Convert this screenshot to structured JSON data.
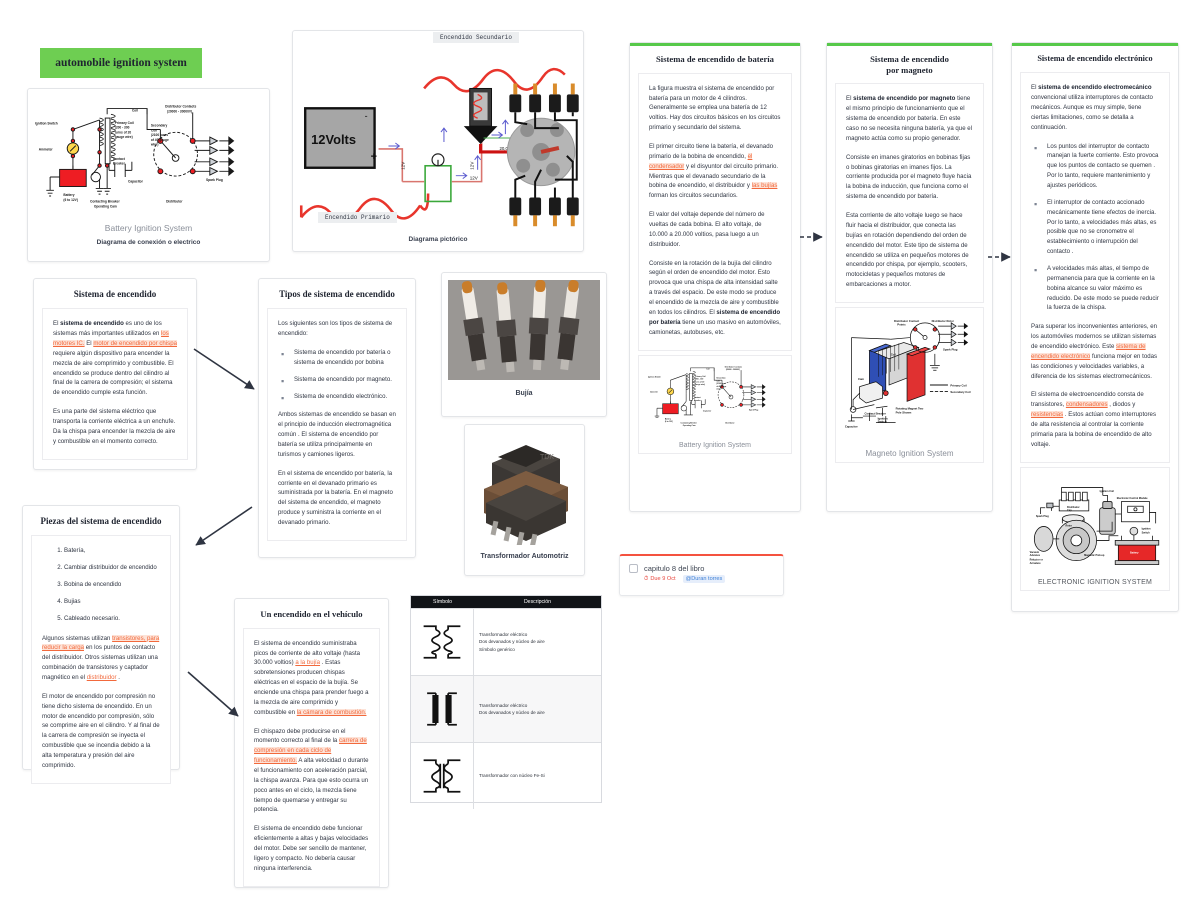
{
  "board": {
    "title_chip": "automobile ignition system",
    "accent_green": "#6ece52",
    "link_orange": "#f2693c"
  },
  "diagrams": {
    "battery_electric": {
      "caption_main": "Battery Ignition System",
      "caption_sub": "Diagrama de conexión o electrico",
      "labels": {
        "ignition_switch": "Ignition Switch",
        "primary_coil": "Primary Coil (200 - 300 turns of 20 gauge wire)",
        "coil": "Coil",
        "secondary_coil": "Secondary Coil (2100 turns of 40 gauge wire)",
        "distributor_contacts": "Distributor Contacts (20000 - 30000V)",
        "ammeter": "Ammeter",
        "battery": "Battery (6 to 12V)",
        "contact_breaker": "Contact Breaker",
        "capacitor": "Capacitor",
        "operating_cam": "Contacting Breaker Operating Cam",
        "distributor": "Distributor",
        "spark_plug": "Spark Plug"
      }
    },
    "pictorial": {
      "caption": "Diagrama pictórico",
      "label_secondary": "Encendido Secundario",
      "label_primary": "Encendido Primario",
      "battery_text": "12Volts",
      "v_primary": "12V",
      "v_coil": "12V",
      "v_secondary": "20,000V!"
    },
    "magneto": {
      "caption": "Magneto Ignition System",
      "labels": {
        "distributor_contact_points": "Distributor Contact Points",
        "distributor_rotor": "Distributor Rotor",
        "coil": "Coil",
        "cam": "Cam",
        "contact_breaker": "Contact Breaker",
        "capacitor": "Capacitor",
        "ignition_switch": "Ignition Switch",
        "rotating_magnet": "Rotating Magnet Two Pole Shown",
        "spark_plug": "Spark Plug",
        "legend_primary": "Primary Coil",
        "legend_secondary": "Secondary Coil"
      }
    },
    "electronic": {
      "caption": "ELECTRONIC IGNITION SYSTEM",
      "labels": {
        "ignition_coil": "Ignition Coil",
        "ecm": "Electronic Control Module",
        "distributor_cap": "Distributor Cap",
        "spark_plug": "Spark Plug",
        "rotor": "Rotor",
        "vacuum_advance": "Vacuum Advance",
        "reluctor": "Reluctor or Armature",
        "magnetic_pickup": "Magnetic Pick-up",
        "ignition_switch": "Ignition Switch",
        "battery": "Battery"
      }
    }
  },
  "photos": {
    "spark_plugs_caption": "Bujía",
    "transformer_caption": "Transformador Automotriz"
  },
  "cards": {
    "sistema_encendido": {
      "title": "Sistema de encendido",
      "p1_pre": "El ",
      "p1_b": "sistema de encendido",
      "p1_mid": " es uno de los sistemas más importantes utilizados en ",
      "p1_l1": "los motores IC.",
      "p1_mid2": " El ",
      "p1_l2": "motor de encendido por chispa",
      "p1_post": " requiere algún dispositivo para encender la mezcla de aire comprimido y combustible. El encendido se produce dentro del cilindro al final de la carrera de compresión; el sistema de encendido cumple esta función.",
      "p2": "Es una parte del sistema eléctrico que transporta la corriente eléctrica a un enchufe. Da la chispa para encender la mezcla de aire y combustible en el momento correcto."
    },
    "tipos": {
      "title": "Tipos de sistema de encendido",
      "intro": "Los siguientes son los tipos de sistema de encendido:",
      "items": [
        "Sistema de encendido por batería o sistema de encendido por bobina",
        "Sistema de encendido por magneto.",
        "Sistema de encendido electrónico."
      ],
      "p2": "Ambos sistemas de encendido se basan en el principio de inducción electromagnética común . El sistema de encendido por batería se utiliza principalmente en turismos y camiones ligeros.",
      "p3": "En el sistema de encendido por batería, la corriente en el devanado primario es suministrada por la batería. En el magneto del sistema de encendido, el magneto produce y suministra la corriente en el devanado primario."
    },
    "piezas": {
      "title": "Piezas del sistema de encendido",
      "items": [
        "Batería,",
        "Cambiar distribuidor de encendido",
        "Bobina de encendido",
        "Bujias",
        "Cableado necesario."
      ],
      "p2_pre": "Algunos sistemas utilizan ",
      "p2_l1": "transistores, para reducir la carga",
      "p2_mid": " en los puntos de contacto del distribuidor. Otros sistemas utilizan una combinación de transistores y captador magnético en el ",
      "p2_l2": "distribuidor",
      "p2_post": " .",
      "p3": "El motor de encendido por compresión no tiene dicho sistema de encendido. En un motor de encendido por compresión, sólo se comprime aire en el cilindro. Y al final de la carrera de compresión se inyecta el combustible que se incendia debido a la alta temperatura y presión del aire comprimido."
    },
    "vehiculo": {
      "title": "Un encendido en el vehículo",
      "p1_pre": "El sistema de encendido suministraba picos de corriente de alto voltaje (hasta 30.000 voltios) ",
      "p1_l1": "a la bujía",
      "p1_mid": " . Estas sobretensiones producen chispas eléctricas en el espacio de la bujía. Se enciende una chispa para prender fuego a la mezcla de aire comprimido y combustible en ",
      "p1_l2": "la cámara de combustión.",
      "p2_pre": "El chispazo debe producirse en el momento correcto al final de la ",
      "p2_l1": "carrera de compresión en cada ciclo de funcionamiento.",
      "p2_post": " A alta velocidad o durante el funcionamiento con aceleración parcial, la chispa avanza. Para que esto ocurra un poco antes en el ciclo, la mezcla tiene tiempo de quemarse y entregar su potencia.",
      "p3": "El sistema de encendido debe funcionar eficientemente a altas y bajas velocidades del motor. Debe ser sencillo de mantener, ligero y compacto. No debería causar ninguna interferencia."
    },
    "bateria": {
      "title": "Sistema de encendido de batería",
      "p1": "La figura muestra el sistema de encendido por batería para un motor de 4 cilindros. Generalmente se emplea una batería de 12 voltios. Hay dos circuitos básicos en los circuitos primario y secundario del sistema.",
      "p2_pre": "El primer circuito tiene la batería, el devanado primario de la bobina de encendido, ",
      "p2_l1": "el condensador",
      "p2_mid": " y el disyuntor del circuito primario. Mientras que el devanado secundario de la bobina de encendido, el distribuidor y ",
      "p2_l2": "las bujías",
      "p2_post": " forman los circuitos secundarios.",
      "p3": "El valor del voltaje depende del número de vueltas de cada bobina. El alto voltaje, de 10.000 a 20.000 voltios, pasa luego a un distribuidor.",
      "p4_pre": "Consiste en la rotación de la bujía del cilindro según el orden de encendido del motor. Esto provoca que una chispa de alta intensidad salte a través del espacio. De este modo se produce el encendido de la mezcla de aire y combustible en todos los cilindros. El ",
      "p4_b": "sistema de encendido por batería",
      "p4_post": " tiene un uso masivo en automóviles, camionetas, autobuses, etc."
    },
    "magneto": {
      "title_line1": "Sistema de encendido",
      "title_line2": "por magneto",
      "p1_pre": "El ",
      "p1_b": "sistema de encendido por magneto",
      "p1_post": " tiene el mismo principio de funcionamiento que el sistema de encendido por batería. En este caso no se necesita ninguna batería, ya que el magneto actúa como su propio generador.",
      "p2": "Consiste en imanes giratorios en bobinas fijas o bobinas giratorias en imanes fijos. La corriente producida por el magneto fluye hacia la bobina de inducción, que funciona como el sistema de encendido por batería.",
      "p3": "Esta corriente de alto voltaje luego se hace fluir hacia el distribuidor, que conecta las bujías en rotación dependiendo del orden de encendido del motor. Este tipo de sistema de encendido se utiliza en pequeños motores de encendido por chispa, por ejemplo, scooters, motocicletas y pequeños motores de embarcaciones a motor."
    },
    "electronico": {
      "title": "Sistema de encendido electrónico",
      "p1_pre": "El ",
      "p1_b": "sistema de encendido electromecánico",
      "p1_post": " convencional utiliza interruptores de contacto mecánicos. Aunque es muy simple, tiene ciertas limitaciones, como se detalla a continuación.",
      "items": [
        "Los puntos del interruptor de contacto manejan la fuerte corriente. Esto provoca que los puntos de contacto se quemen . Por lo tanto, requiere mantenimiento y ajustes periódicos.",
        "El interruptor de contacto accionado mecánicamente tiene efectos de inercia. Por lo tanto, a velocidades más altas, es posible que no se cronometre el establecimiento o interrupción del contacto .",
        "A velocidades más altas, el tiempo de permanencia para que la corriente en la bobina alcance su valor máximo es reducido. De este modo se puede reducir la fuerza de la chispa."
      ],
      "p2_pre": "Para superar los inconvenientes anteriores, en los automóviles modernos se utilizan sistemas de encendido electrónico. Este ",
      "p2_l1": "sistema de encendido electrónico",
      "p2_post": " funciona mejor en todas las condiciones y velocidades variables, a diferencia de los sistemas electromecánicos.",
      "p3_pre": "El sistema de electroencendido consta de transistores, ",
      "p3_l1": "condensadores",
      "p3_mid": " , diodos y ",
      "p3_l2": "resistencias",
      "p3_post": " . Estos actúan como interruptores de alta resistencia al controlar la corriente primaria para la bobina de encendido de alto voltaje."
    }
  },
  "task": {
    "label": "capitulo 8 del libro",
    "due": "Due 9 Oct",
    "mention": "@Duran torres"
  },
  "symbols_table": {
    "headers": [
      "Símbolo",
      "Descripción"
    ],
    "rows": [
      {
        "desc": "Transformador eléctrico\nDos devanados y núcleo de aire\nSímbolo genérico",
        "sym": "air-core-generic"
      },
      {
        "desc": "Transformador eléctrico\nDos devanados y núcleo de aire",
        "sym": "two-winding-air-core"
      },
      {
        "desc": "Transformador con núcleo Fe-Si",
        "sym": "fe-si-core"
      }
    ]
  }
}
